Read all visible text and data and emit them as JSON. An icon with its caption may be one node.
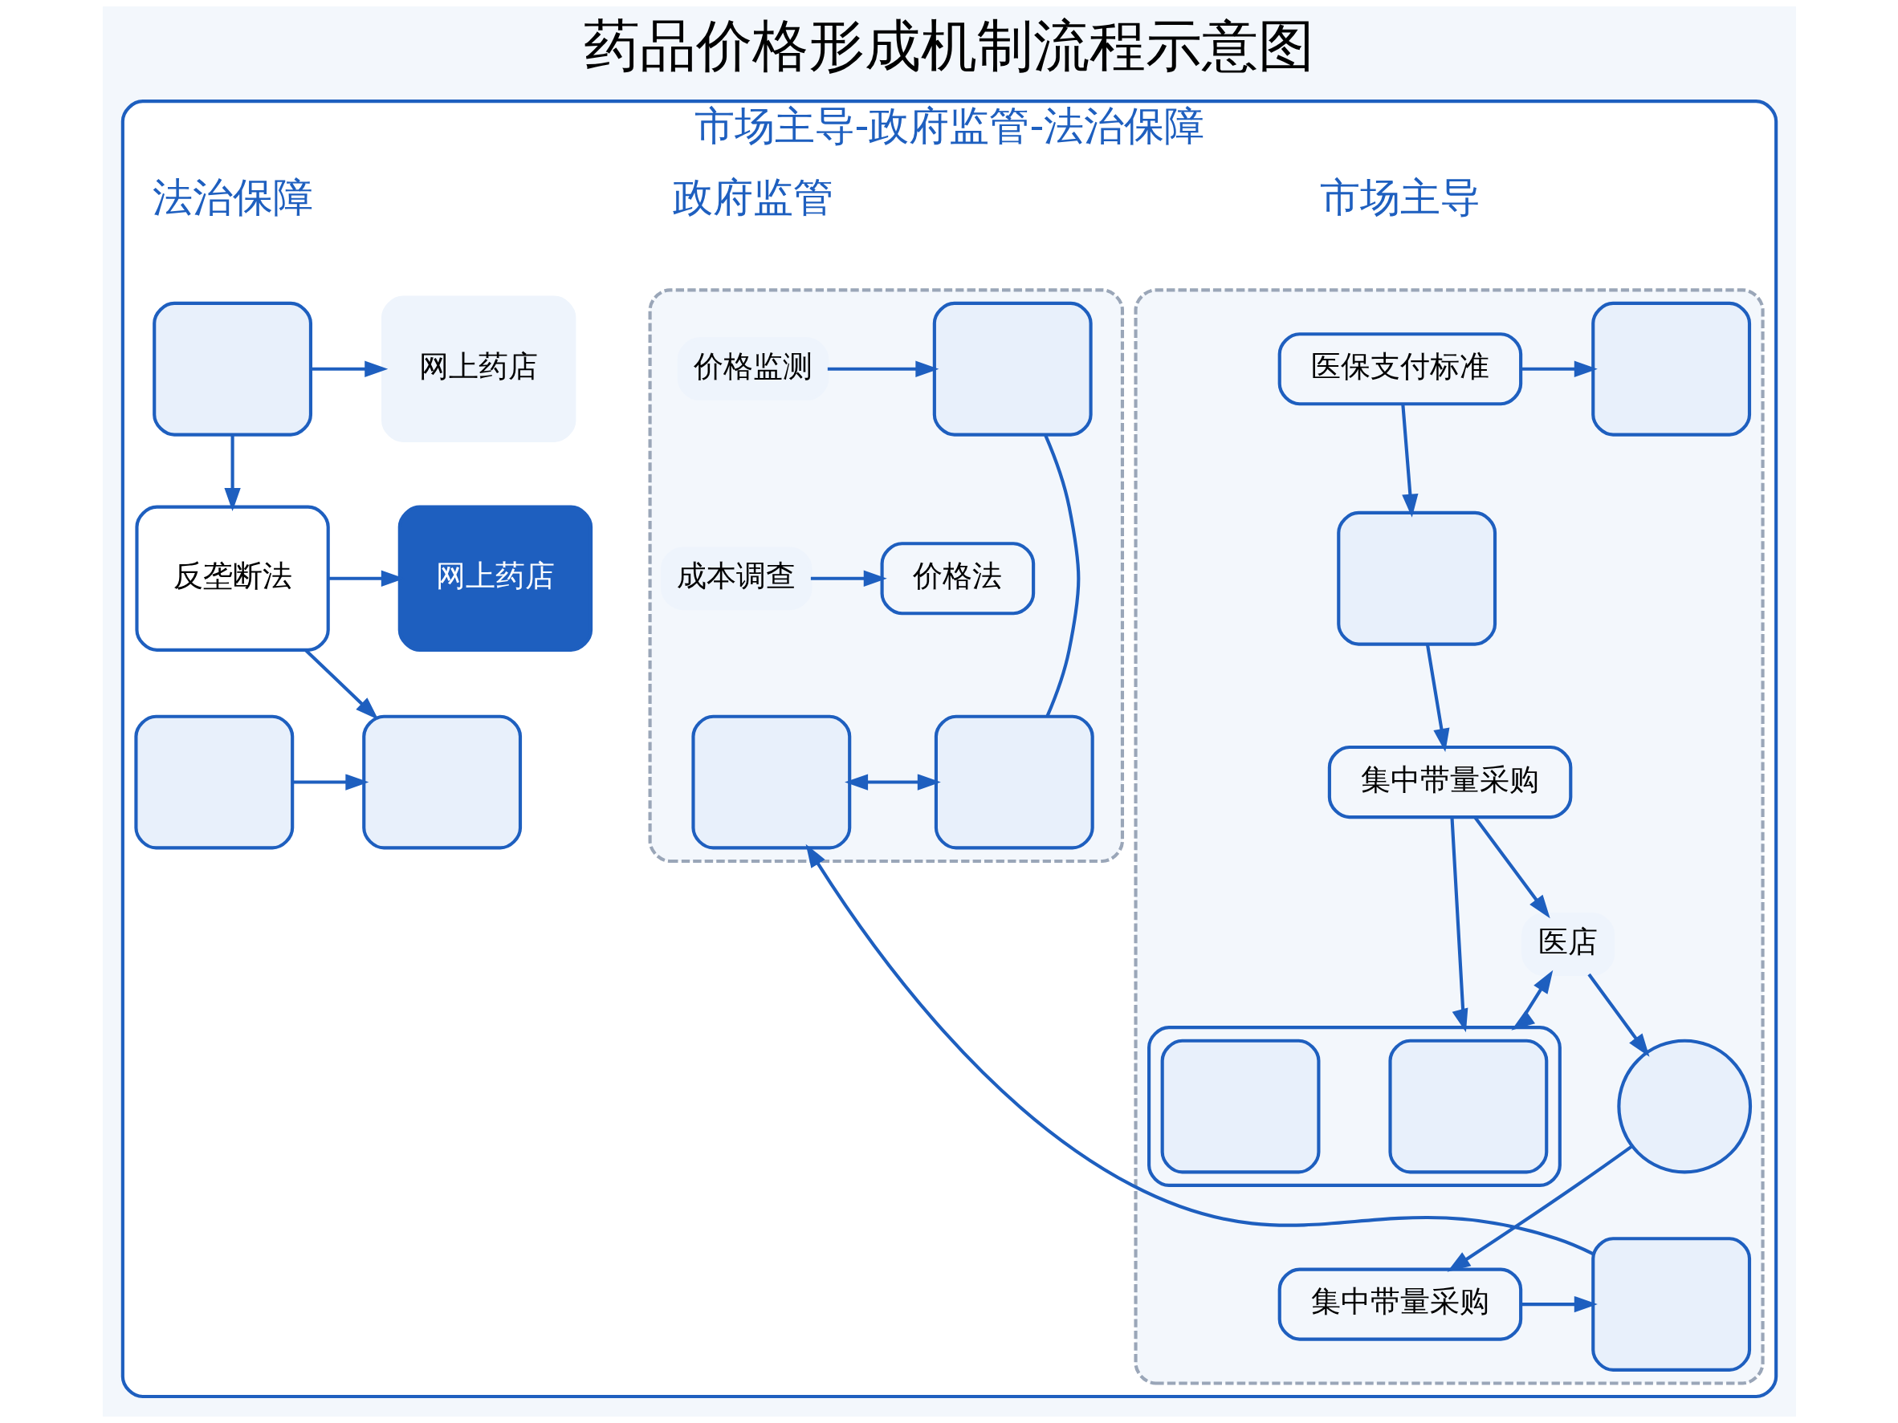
{
  "diagram": {
    "title": "药品价格形成机制流程示意图",
    "nodes": [
      {
        "text": [
          "市场主导-政府监管-法治保障"
        ]
      },
      {
        "text": [],
        "shape": "box",
        "in": 0
      },
      {
        "text": [
          "医保支付标准"
        ],
        "in": 1
      },
      {
        "text": [],
        "shape": "box",
        "in": 1
      },
      {
        "text": [],
        "shape": "box",
        "in": 1
      },
      {
        "text": [
          "集中带量采购"
        ],
        "in": 1
      },
      {
        "text": [],
        "shape": "box",
        "in": 1
      },
      {
        "text": [],
        "shape": "box",
        "in": 6
      },
      {
        "text": [],
        "shape": "box",
        "in": 6
      },
      {
        "text": [
          "医店"
        ],
        "in": 1
      },
      {
        "text": [],
        "shape": "circle",
        "in": 1
      },
      {
        "text": [
          "集中带量采购"
        ],
        "in": 1
      },
      {
        "text": [],
        "shape": "box",
        "in": 1
      },
      {
        "text": [],
        "shape": "box",
        "in": 0
      },
      {
        "text": [
          "价格监测"
        ],
        "in": 13
      },
      {
        "text": [],
        "shape": "box",
        "in": 13
      },
      {
        "text": [
          "成本调查"
        ],
        "in": 13
      },
      {
        "text": [
          "价格法"
        ],
        "in": 13
      },
      {
        "text": [],
        "shape": "box",
        "in": 13
      },
      {
        "text": [],
        "shape": "box",
        "in": 13
      },
      {
        "text": [],
        "shape": "box",
        "in": 0
      },
      {
        "text": [
          "反垄断法"
        ],
        "in": 0
      },
      {
        "text": [],
        "shape": "box",
        "in": 0
      },
      {
        "text": [
          "网上药店"
        ],
        "in": 0
      },
      {
        "text": [
          "网上药店"
        ],
        "in": 0
      },
      {
        "text": [],
        "shape": "box",
        "in": 0
      }
    ],
    "edges": [
      {
        "from": 2,
        "to": 3,
        "arrow": "to"
      },
      {
        "from": 2,
        "to": 4,
        "arrow": "to"
      },
      {
        "from": 4,
        "to": 5,
        "arrow": "to"
      },
      {
        "from": 5,
        "to": 6,
        "arrow": "to"
      },
      {
        "from": 5,
        "to": 9,
        "arrow": "to"
      },
      {
        "from": 9,
        "to": 6,
        "arrow": "both"
      },
      {
        "from": 9,
        "to": 10,
        "arrow": "to"
      },
      {
        "from": 10,
        "to": 11,
        "arrow": "to"
      },
      {
        "from": 11,
        "to": 12,
        "arrow": "to"
      },
      {
        "from": 12,
        "to": 18,
        "arrow": "to"
      },
      {
        "from": 14,
        "to": 15,
        "arrow": "to"
      },
      {
        "from": 16,
        "to": 17,
        "arrow": "to"
      },
      {
        "from": 18,
        "to": 19,
        "arrow": "both"
      },
      {
        "from": 15,
        "to": 19,
        "arrow": "none"
      },
      {
        "from": 20,
        "to": 21,
        "arrow": "to"
      },
      {
        "from": 21,
        "to": 22,
        "arrow": "to"
      },
      {
        "from": 20,
        "to": 23,
        "arrow": "to"
      },
      {
        "from": 21,
        "to": 24,
        "arrow": "to"
      },
      {
        "from": 25,
        "to": 22,
        "arrow": "to"
      }
    ],
    "labels": [
      "市场主导",
      "政府监管",
      "法治保障"
    ]
  }
}
